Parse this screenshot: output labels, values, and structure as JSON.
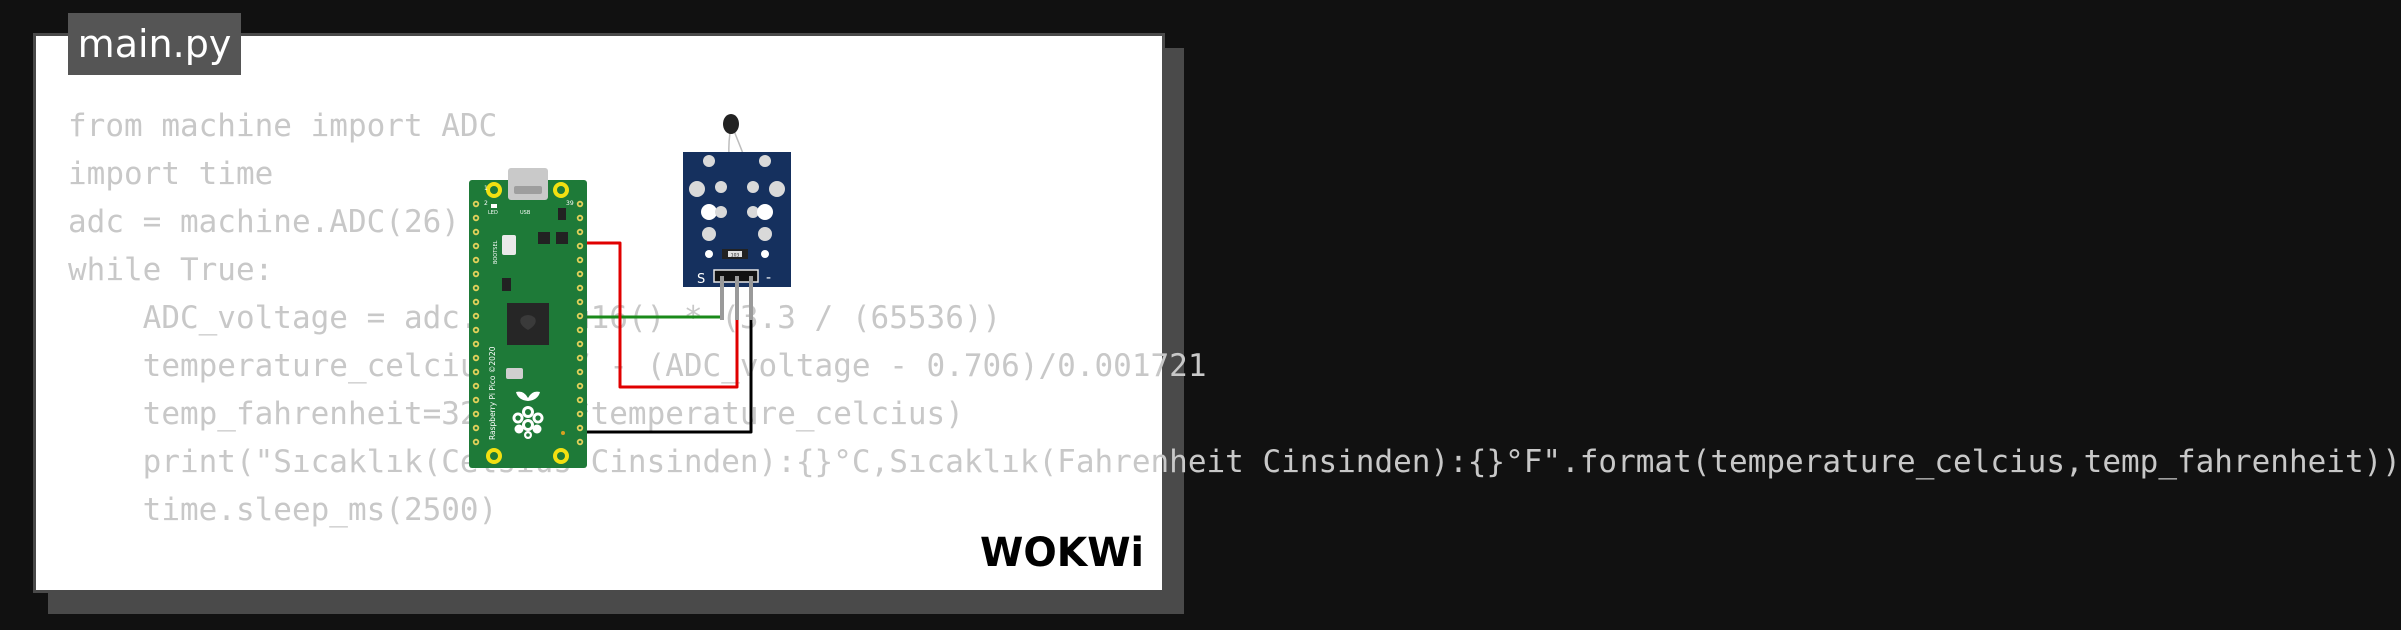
{
  "file_tab": {
    "label": "main.py"
  },
  "code": {
    "lines": [
      "from machine import ADC",
      "import time",
      "adc = machine.ADC(26)",
      "while True:",
      "    ADC_voltage = adc.read_u16() * (3.3 / (65536))",
      "    temperature_celcius = 27 - (ADC_voltage - 0.706)/0.001721",
      "    temp_fahrenheit=32+(1.8*temperature_celcius)",
      "    print(\"Sıcaklık(Celsius Cinsinden):{}°C,Sıcaklık(Fahrenheit Cinsinden):{}°F\".format(temperature_celcius,temp_fahrenheit))",
      "    time.sleep_ms(2500)"
    ]
  },
  "board": {
    "name": "Raspberry Pi Pico ©2020",
    "led_label": "LED",
    "usb_label": "USB",
    "bootsel_label": "BOOTSEL",
    "pin_1": "1",
    "pin_2": "2",
    "pin_39": "39",
    "color": "#1e7a38"
  },
  "sensor": {
    "signal_label": "S",
    "gnd_label": "-",
    "resistor_label": "103",
    "color": "#15305e"
  },
  "wires": {
    "signal_color": "#1a8a1a",
    "power_color": "#e00000",
    "ground_color": "#000000"
  },
  "logo": {
    "text": "WOKWi"
  }
}
